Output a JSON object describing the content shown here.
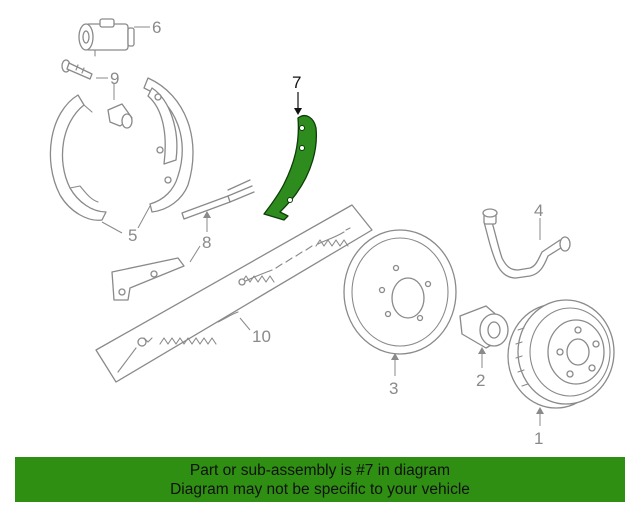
{
  "callouts": {
    "c1": "1",
    "c2": "2",
    "c3": "3",
    "c4": "4",
    "c5": "5",
    "c6": "6",
    "c7": "7",
    "c8": "8",
    "c9": "9",
    "c10": "10"
  },
  "highlight": {
    "part_number": "7",
    "color": "#2e8b1e"
  },
  "footer": {
    "line1": "Part or sub-assembly is #7 in diagram",
    "line2": "Diagram may not be specific to your vehicle",
    "background": "#2f8f12"
  }
}
